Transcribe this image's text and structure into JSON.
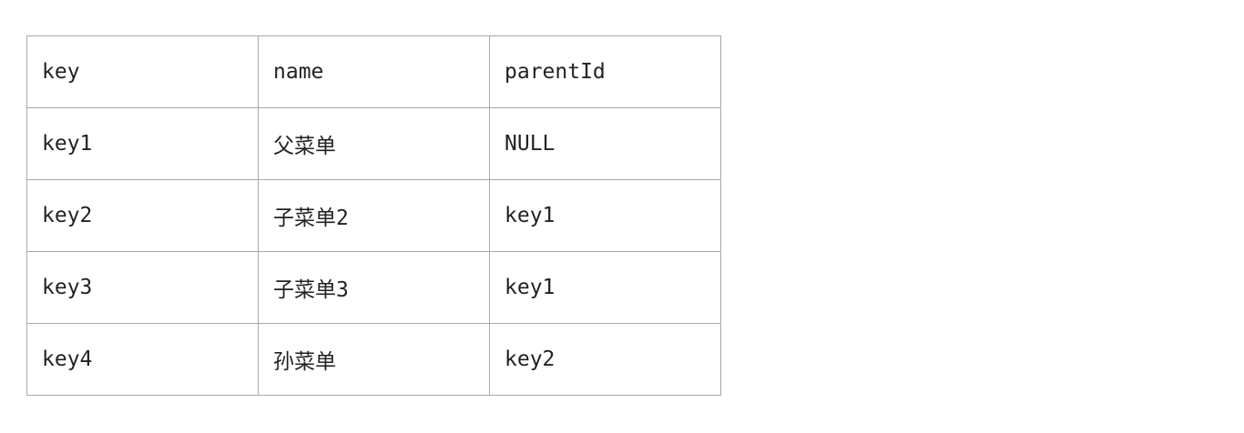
{
  "table": {
    "header": [
      "key",
      "name",
      "parentId"
    ],
    "rows": [
      [
        "key1",
        "父菜单",
        "NULL"
      ],
      [
        "key2",
        "子菜单2",
        "key1"
      ],
      [
        "key3",
        "子菜单3",
        "key1"
      ],
      [
        "key4",
        "孙菜单",
        "key2"
      ]
    ]
  }
}
